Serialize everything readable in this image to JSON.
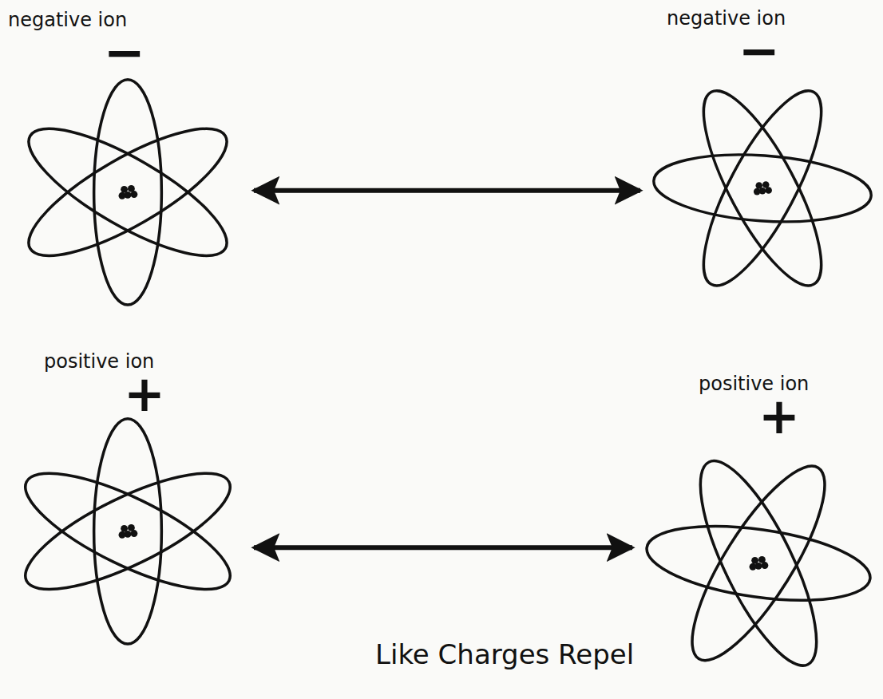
{
  "diagram": {
    "caption": "Like Charges Repel",
    "nodes": [
      {
        "text": [
          "negative ion",
          "−"
        ]
      },
      {
        "text": [
          "negative ion",
          "−"
        ]
      },
      {
        "text": [
          "positive ion",
          "+"
        ]
      },
      {
        "text": [
          "positive ion",
          "+"
        ]
      }
    ],
    "edges": [
      {
        "from": 0,
        "to": 1,
        "arrow": "both"
      },
      {
        "from": 2,
        "to": 3,
        "arrow": "both"
      }
    ]
  }
}
